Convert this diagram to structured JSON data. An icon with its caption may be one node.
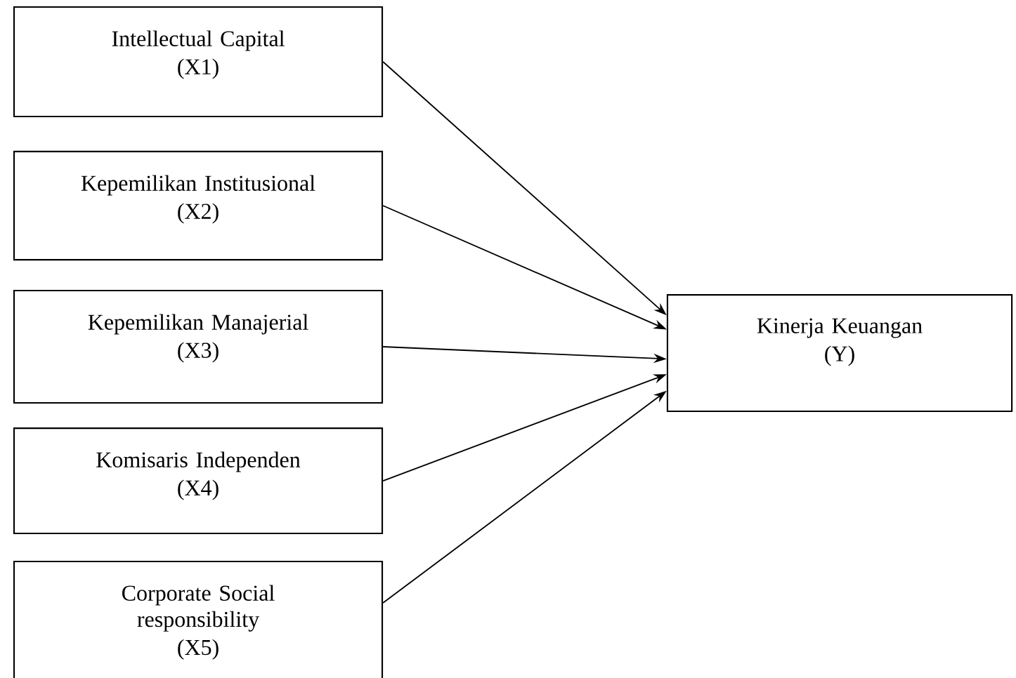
{
  "diagram": {
    "nodes": [
      {
        "text": [
          "Intellectual Capital",
          "(X1)"
        ]
      },
      {
        "text": [
          "Kepemilikan Institusional",
          "(X2)"
        ]
      },
      {
        "text": [
          "Kepemilikan Manajerial",
          "(X3)"
        ]
      },
      {
        "text": [
          "Komisaris Independen",
          "(X4)"
        ]
      },
      {
        "text": [
          "Corporate Social responsibility",
          "(X5)"
        ]
      },
      {
        "text": [
          "Kinerja Keuangan",
          "(Y)"
        ]
      }
    ],
    "edges": [
      {
        "from": 0,
        "to": 5,
        "arrow": "to"
      },
      {
        "from": 1,
        "to": 5,
        "arrow": "to"
      },
      {
        "from": 2,
        "to": 5,
        "arrow": "to"
      },
      {
        "from": 3,
        "to": 5,
        "arrow": "to"
      },
      {
        "from": 4,
        "to": 5,
        "arrow": "to"
      }
    ]
  }
}
